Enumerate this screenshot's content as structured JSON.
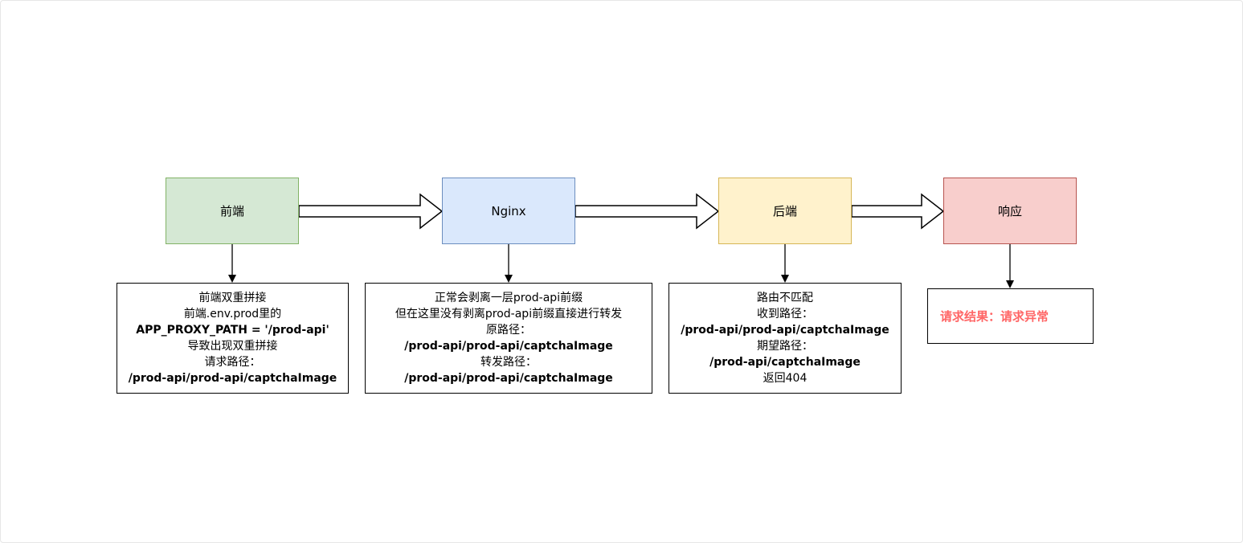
{
  "colors": {
    "frontend_fill": "#d5e8d4",
    "frontend_stroke": "#82b366",
    "nginx_fill": "#dae8fc",
    "nginx_stroke": "#6c8ebf",
    "backend_fill": "#fff2cc",
    "backend_stroke": "#d6b656",
    "response_fill": "#f8cecc",
    "response_stroke": "#b85450",
    "error_text": "#ff6666"
  },
  "nodes": {
    "frontend": "前端",
    "nginx": "Nginx",
    "backend": "后端",
    "response": "响应"
  },
  "notes": {
    "frontend": {
      "line1": "前端双重拼接",
      "line2": "前端.env.prod里的",
      "line3": "APP_PROXY_PATH = '/prod-api'",
      "line4": "导致出现双重拼接",
      "line5": "请求路径：",
      "line6": "/prod-api/prod-api/captchaImage"
    },
    "nginx": {
      "line1": "正常会剥离一层prod-api前缀",
      "line2": "但在这里没有剥离prod-api前缀直接进行转发",
      "line3": "原路径：",
      "line4": "/prod-api/prod-api/captchaImage",
      "line5": "转发路径：",
      "line6": "/prod-api/prod-api/captchaImage"
    },
    "backend": {
      "line1": "路由不匹配",
      "line2": "收到路径：",
      "line3": "/prod-api/prod-api/captchaImage",
      "line4": "期望路径：",
      "line5": "/prod-api/captchaImage",
      "line6": "返回404"
    },
    "response": {
      "result": "请求结果：请求异常"
    }
  }
}
